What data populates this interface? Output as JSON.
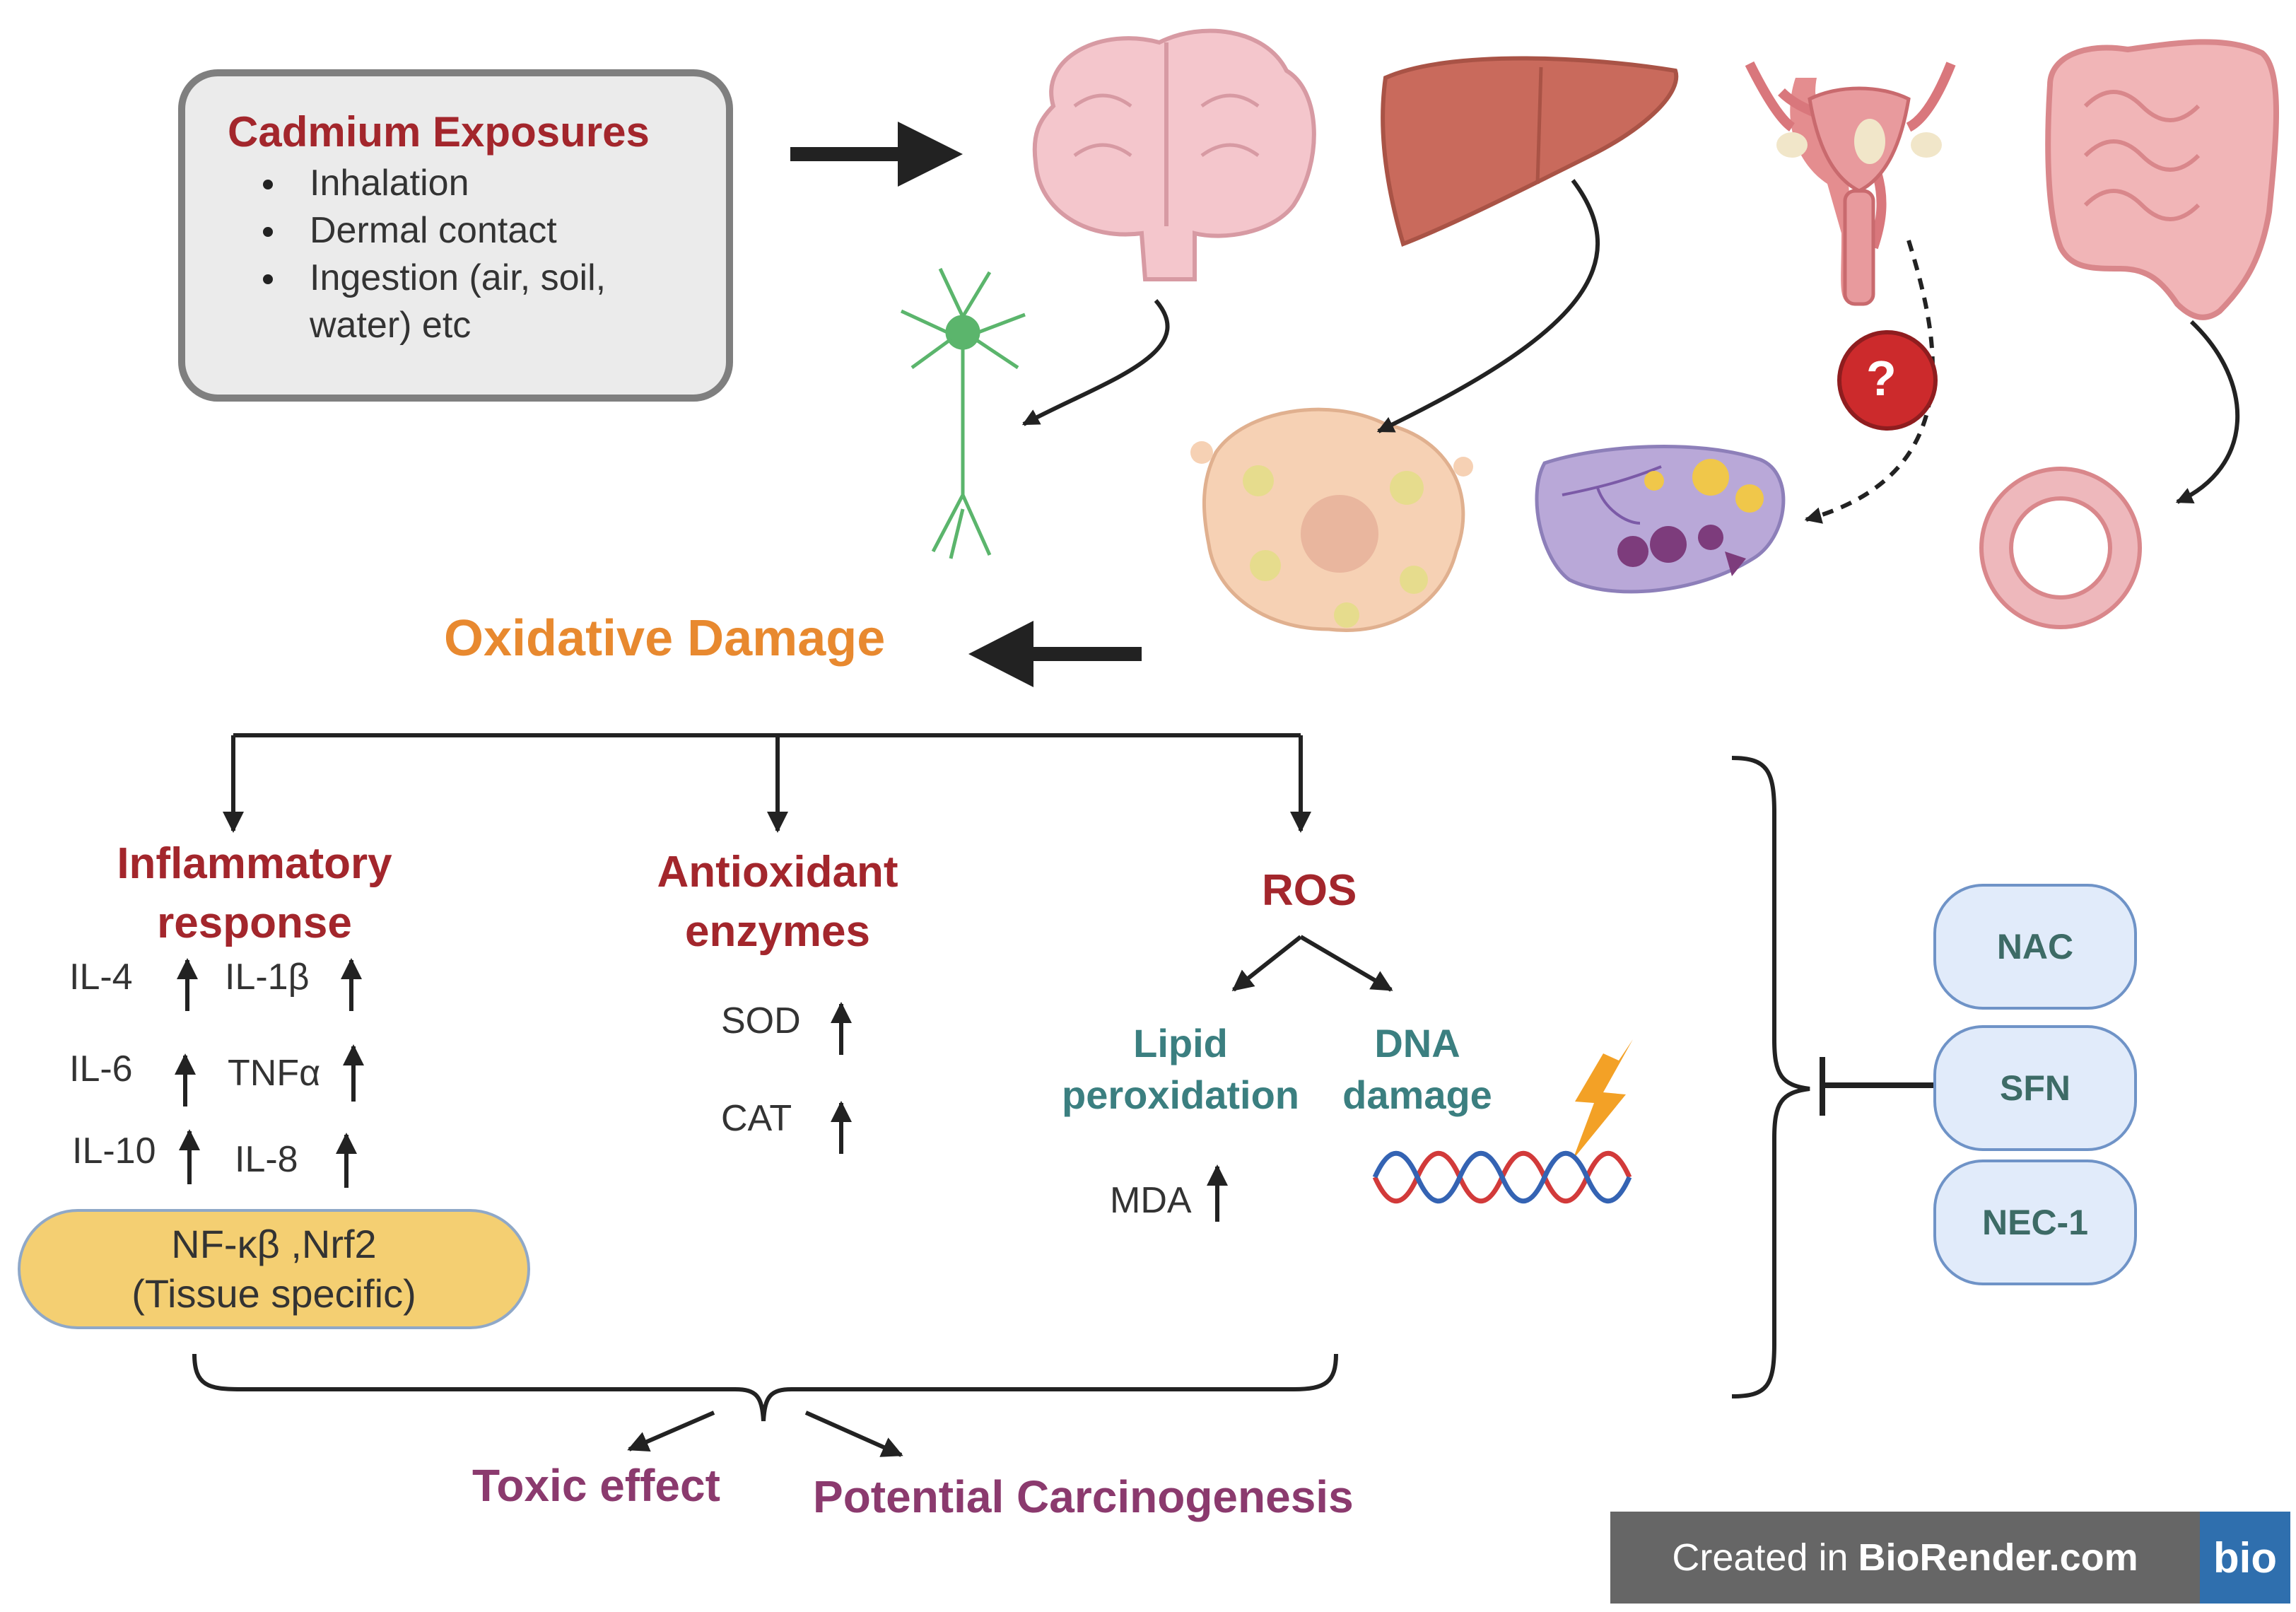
{
  "exposure": {
    "title": "Cadmium Exposures",
    "routes": [
      "Inhalation",
      "Dermal contact",
      "Ingestion (air, soil, water) etc"
    ]
  },
  "oxidative_damage": "Oxidative Damage",
  "inflammatory": {
    "title": "Inflammatory response",
    "markers": [
      "IL-4",
      "IL-1β",
      "IL-6",
      "TNFα",
      "IL-10",
      "IL-8"
    ],
    "pathway_line1": "NF-κβ ,Nrf2",
    "pathway_line2": "(Tissue specific)"
  },
  "antioxidant": {
    "title": "Antioxidant enzymes",
    "markers": [
      "SOD",
      "CAT"
    ]
  },
  "ros": {
    "title": "ROS",
    "lipid": "Lipid peroxidation",
    "dna": "DNA damage",
    "mda": "MDA"
  },
  "inhibitors": [
    "NAC",
    "SFN",
    "NEC-1"
  ],
  "question_mark": "?",
  "outcomes": {
    "toxic": "Toxic effect",
    "carcinogenesis": "Potential Carcinogenesis"
  },
  "badge": {
    "prefix": "Created in",
    "brand": "BioRender.com",
    "logo": "bio"
  },
  "colors": {
    "title_red": "#a3262c",
    "oxidative_orange": "#e8892f",
    "teal": "#3b7f80",
    "plum": "#8b3a6e",
    "nf_yellow": "#f4cf72",
    "pill_blue": "#e1ebfa"
  }
}
